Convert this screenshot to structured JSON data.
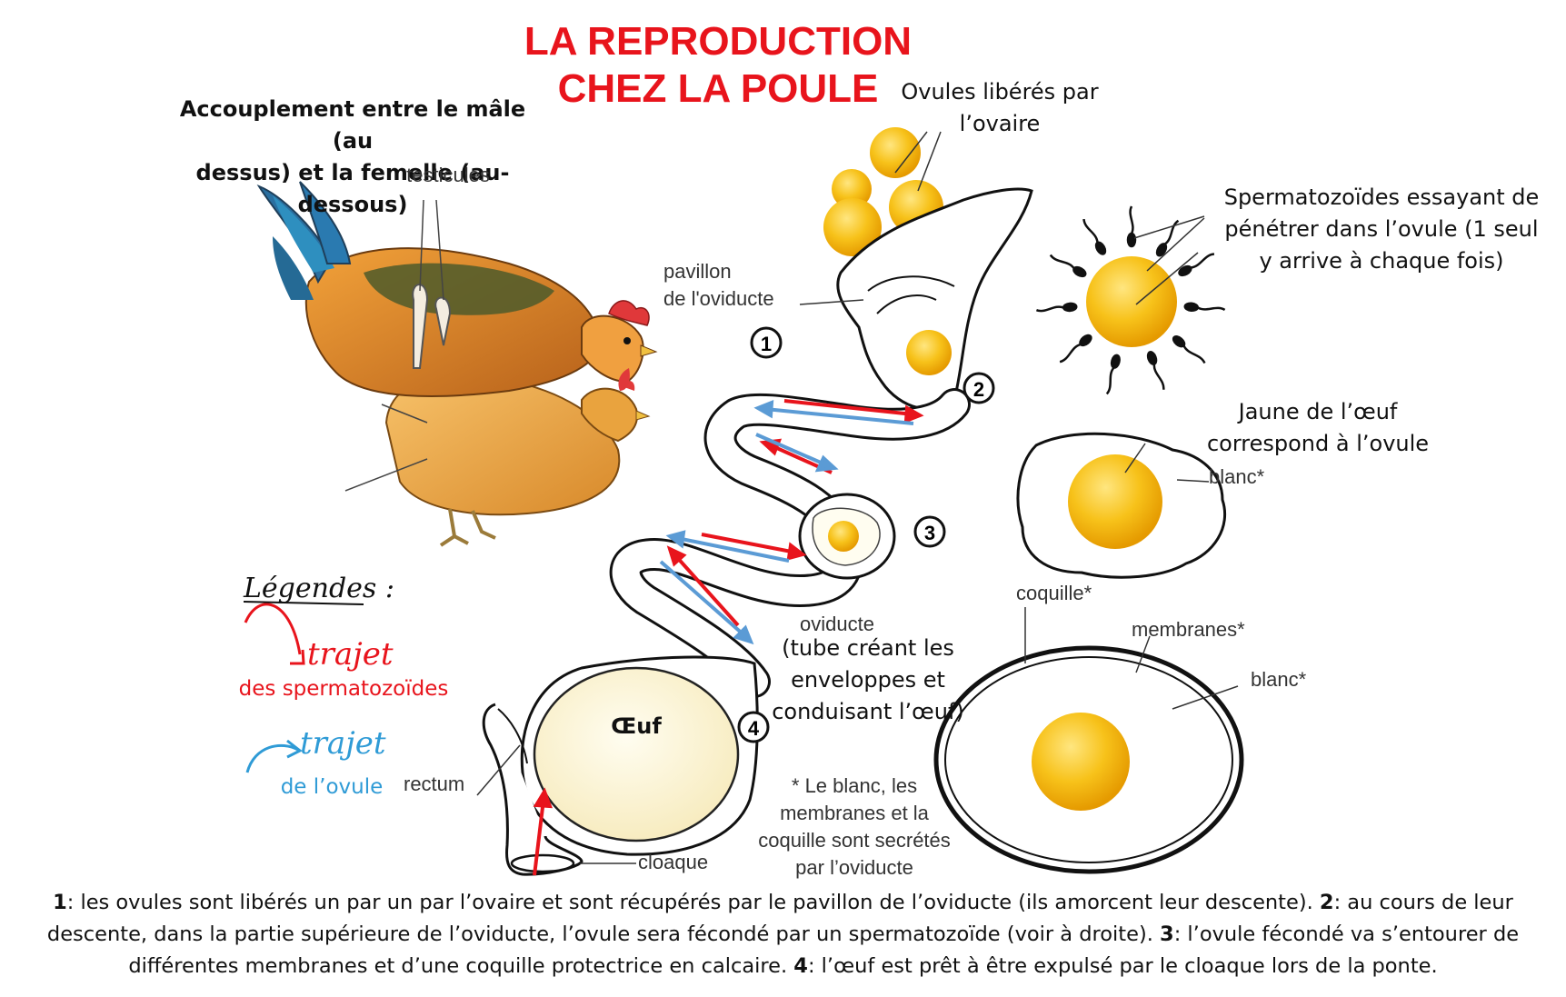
{
  "title": {
    "line1": "LA REPRODUCTION",
    "line2": "CHEZ LA POULE"
  },
  "captions": {
    "mating": [
      "Accouplement entre le mâle (au",
      "dessus) et la femelle (au-dessous)"
    ],
    "ovules_released": [
      "Ovules libérés par",
      "l’ovaire"
    ],
    "sperm_trying": [
      "Spermatozoïdes essayant de",
      "pénétrer dans l’ovule (1 seul",
      "y arrive à chaque fois)"
    ],
    "yolk": [
      "Jaune de l’œuf",
      "correspond à l’ovule"
    ],
    "oviduct_tube": [
      "(tube créant les",
      "enveloppes et",
      "conduisant l’œuf)"
    ],
    "egg": "Œuf",
    "secreted_note": [
      "* Le blanc, les",
      "membranes et la",
      "coquille sont secrétés",
      "par l’oviducte"
    ]
  },
  "drawing_labels": {
    "testicules": "testicules",
    "pavillon": [
      "pavillon",
      "de l'oviducte"
    ],
    "oviducte": "oviducte",
    "rectum": "rectum",
    "cloaque": "cloaque",
    "blanc": "blanc*",
    "coquille": "coquille*",
    "membranes": "membranes*",
    "blanc2": "blanc*"
  },
  "steps": [
    "1",
    "2",
    "3",
    "4"
  ],
  "legend": {
    "title": "Légendes :",
    "item1_hand": "trajet",
    "item1_text": "des spermatozoïdes",
    "item1_color": "#e8141c",
    "item2_hand": "trajet",
    "item2_text": "de l’ovule",
    "item2_color": "#2f9bd6"
  },
  "footer": [
    {
      "num": "1",
      "text": ": les ovules sont libérés un par un par l’ovaire et sont récupérés par le pavillon de l’oviducte (ils amorcent leur descente). "
    },
    {
      "num": "2",
      "text": ": au cours de leur descente, dans la partie supérieure de l’oviducte, l’ovule sera fécondé par un spermatozoïde (voir à droite). "
    },
    {
      "num": "3",
      "text": ": l’ovule fécondé va s’entourer de différentes membranes et d’une coquille protectrice en calcaire. "
    },
    {
      "num": "4",
      "text": ": l’œuf est prêt à être expulsé par le cloaque lors de la ponte."
    }
  ],
  "colors": {
    "sperm_path": "#e8141c",
    "ovule_path": "#5b9bd5",
    "yolk": "#f4b400",
    "title": "#e8141c"
  }
}
